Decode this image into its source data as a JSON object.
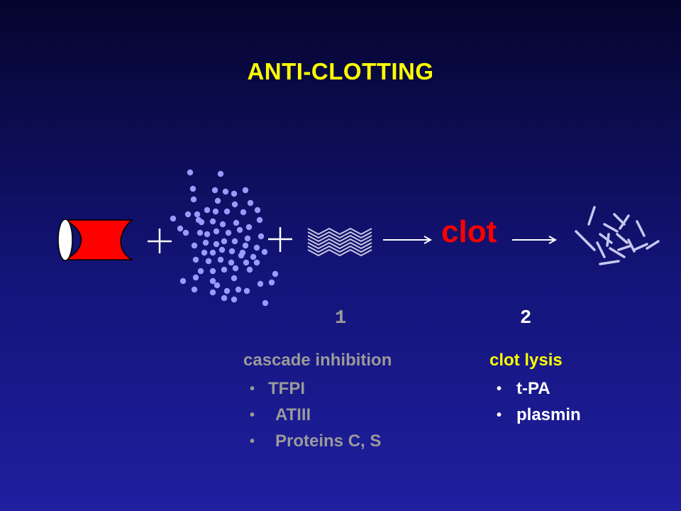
{
  "colors": {
    "title": "#ffff00",
    "clot": "#ff0000",
    "vessel": "#ff0000",
    "platelets": "#9a9aff",
    "fibrin": "#c8c8e0",
    "fragments": "#c8c8f0",
    "muted": "#9a9a9a",
    "accent": "#ffff00",
    "white": "#ffffff"
  },
  "title": "ANTI-CLOTTING",
  "diagram": {
    "icons": [
      "blood-vessel-icon",
      "plus-icon",
      "platelet-cluster-icon",
      "plus-icon",
      "fibrin-strands-icon",
      "arrow-right-icon",
      "arrow-right-icon",
      "fibrin-fragments-icon"
    ],
    "clot_label": "clot"
  },
  "steps": [
    {
      "number": "1",
      "heading": "cascade inhibition",
      "items": [
        "TFPI",
        "ATIII",
        "Proteins C, S"
      ]
    },
    {
      "number": "2",
      "heading": "clot lysis",
      "items": [
        "t-PA",
        "plasmin"
      ]
    }
  ],
  "bullet_char": "•"
}
